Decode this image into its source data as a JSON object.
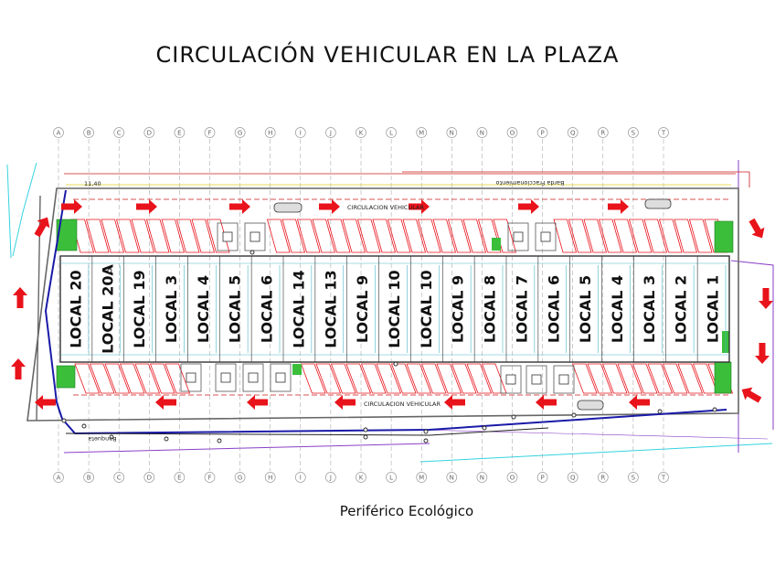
{
  "title": "CIRCULACIÓN VEHICULAR EN LA PLAZA",
  "road_label": "Periférico Ecológico",
  "axes": [
    "A",
    "B",
    "C",
    "D",
    "E",
    "F",
    "G",
    "H",
    "I",
    "J",
    "K",
    "L",
    "M",
    "N",
    "N",
    "O",
    "P",
    "Q",
    "R",
    "S",
    "T"
  ],
  "dimension_text": "11,40",
  "boundary_text": "Barda Fraccionamiento",
  "circulation_top": "CIRCULACION VEHICULAR",
  "circulation_bottom": "CIRCULACION VEHICULAR",
  "sidewalk_text": "Banqueta",
  "locals": [
    "LOCAL 20",
    "LOCAL 20A",
    "LOCAL 19",
    "LOCAL 3",
    "LOCAL 4",
    "LOCAL 5",
    "LOCAL 6",
    "LOCAL 14",
    "LOCAL 13",
    "LOCAL 9",
    "LOCAL 10",
    "LOCAL 10",
    "LOCAL 9",
    "LOCAL 8",
    "LOCAL 7",
    "LOCAL 6",
    "LOCAL 5",
    "LOCAL 4",
    "LOCAL 3",
    "LOCAL 2",
    "LOCAL 1"
  ],
  "colors": {
    "arrow": "#e8131b",
    "parking": "#e8131b",
    "wall": "#c51a1a",
    "axis": "#9a9a9a",
    "building": "#333333",
    "green": "#3bbf3b",
    "blue": "#1a1aa8",
    "cyan": "#35d3e0",
    "purple": "#8a3fc7"
  }
}
